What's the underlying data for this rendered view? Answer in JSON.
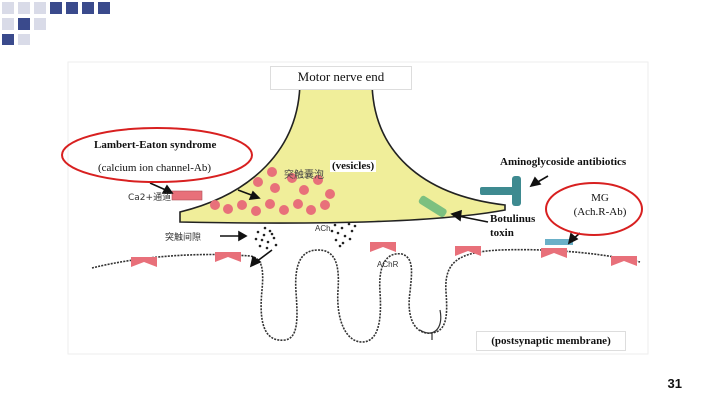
{
  "labels": {
    "title": "Motor nerve end",
    "lambert": "Lambert-Eaton syndrome",
    "calcium": "(calcium ion channel-Ab)",
    "vesicles": "(vesicles)",
    "vesicles_cn": "突触囊泡",
    "ca_channel_cn": "Ca2+通道",
    "cleft_cn": "突触间隙",
    "ach": "ACh",
    "achr": "AChR",
    "aminoglycoside": "Aminoglycoside antibiotics",
    "botulinus_1": "Botulinus",
    "botulinus_2": "toxin",
    "mg_1": "MG",
    "mg_2": "(Ach.R-Ab)",
    "postsynaptic": "(postsynaptic membrane)"
  },
  "page_number": "31",
  "colors": {
    "terminal_fill": "#f0ee9a",
    "vesicle": "#e8707a",
    "receptor": "#e8707a",
    "circle_red": "#d82020",
    "corner_square": "#3a4a8c",
    "toxin_green": "#7cc080",
    "aminoglycoside_blue": "#3e8a90"
  }
}
